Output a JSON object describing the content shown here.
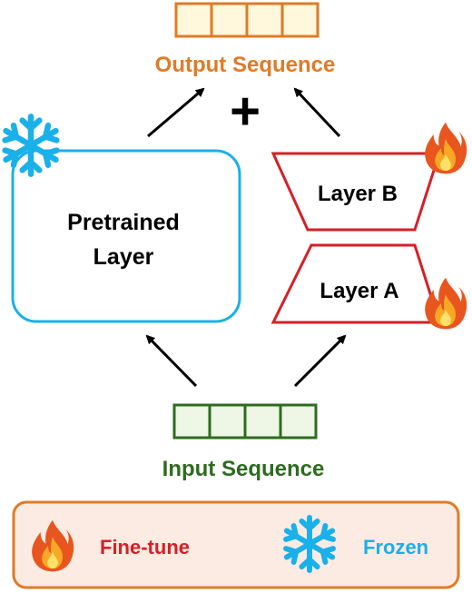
{
  "labels": {
    "output_sequence": "Output Sequence",
    "input_sequence": "Input Sequence",
    "pretrained_line1": "Pretrained",
    "pretrained_line2": "Layer",
    "layer_b": "Layer B",
    "layer_a": "Layer A",
    "plus": "+"
  },
  "legend": {
    "fine_tune": "Fine-tune",
    "frozen": "Frozen"
  },
  "sequences": {
    "output_cells": 4,
    "input_cells": 4
  },
  "colors": {
    "output": "#e07b26",
    "output_fill": "#fff8dc",
    "input": "#2e6b1f",
    "input_fill": "#eef7e6",
    "frozen": "#1ab0ea",
    "fine_tune": "#d61f26",
    "legend_border": "#e07b26",
    "legend_fill": "#fcebe3",
    "arrow": "#000000"
  },
  "icons": {
    "frozen": "snowflake-icon",
    "fine_tune": "fire-icon"
  }
}
